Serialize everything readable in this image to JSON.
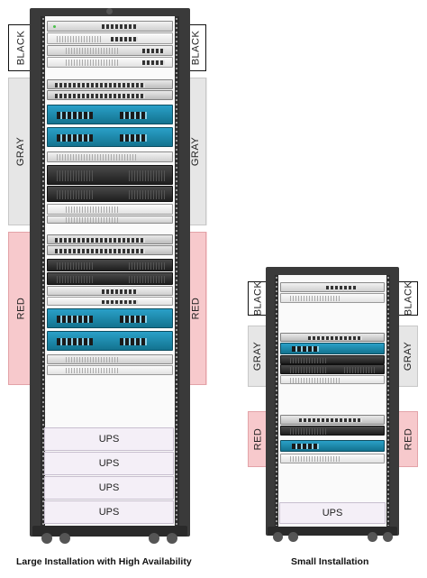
{
  "large_rack": {
    "caption": "Large Installation with High Availability",
    "zones": {
      "black": "BLACK",
      "gray": "GRAY",
      "red": "RED"
    },
    "ups_units": [
      "UPS",
      "UPS",
      "UPS",
      "UPS"
    ]
  },
  "small_rack": {
    "caption": "Small Installation",
    "zones": {
      "black": "BLACK",
      "gray": "GRAY",
      "red": "RED"
    },
    "ups_units": [
      "UPS"
    ]
  },
  "colors": {
    "black_zone_border": "#111111",
    "gray_zone_fill": "#e6e6e6",
    "red_zone_fill": "#f7c9cc",
    "ups_fill": "#f4eff7",
    "device_blue": "#1b8db4"
  }
}
